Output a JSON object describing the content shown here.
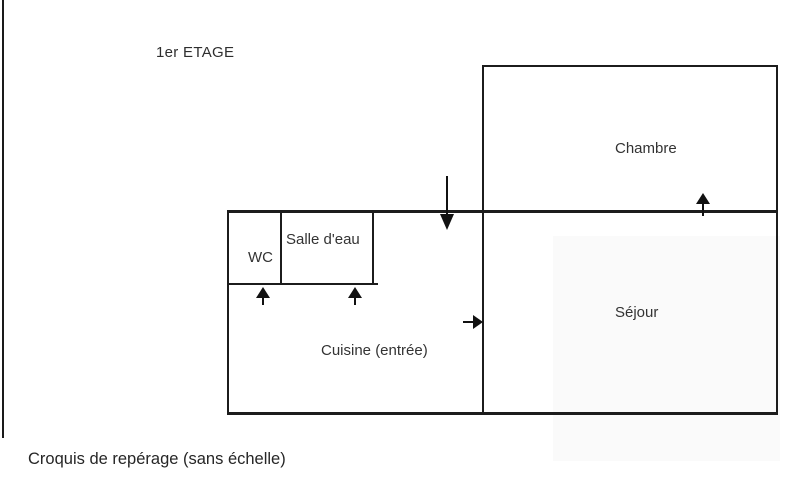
{
  "title": "1er ETAGE",
  "caption": "Croquis de repérage (sans échelle)",
  "rooms": {
    "chambre": "Chambre",
    "sejour": "Séjour",
    "cuisine": "Cuisine (entrée)",
    "salle_deau": "Salle d'eau",
    "wc": "WC"
  },
  "arrows": [
    {
      "name": "entry-down-arrow",
      "direction": "down",
      "meaning": "entrance indicator into Cuisine"
    },
    {
      "name": "entry-right-arrow",
      "direction": "right",
      "meaning": "passage indicator into Séjour"
    },
    {
      "name": "wc-door-arrow",
      "direction": "up",
      "meaning": "door indicator into WC"
    },
    {
      "name": "salle-deau-door-arrow",
      "direction": "up",
      "meaning": "door indicator into Salle d'eau"
    },
    {
      "name": "chambre-door-arrow",
      "direction": "up",
      "meaning": "door indicator into Chambre"
    }
  ],
  "colors": {
    "background": "#ffffff",
    "wall": "#1c1c1c",
    "arrow": "#111111",
    "text": "#2e2e2e",
    "sejour_highlight": "#fafafa"
  }
}
